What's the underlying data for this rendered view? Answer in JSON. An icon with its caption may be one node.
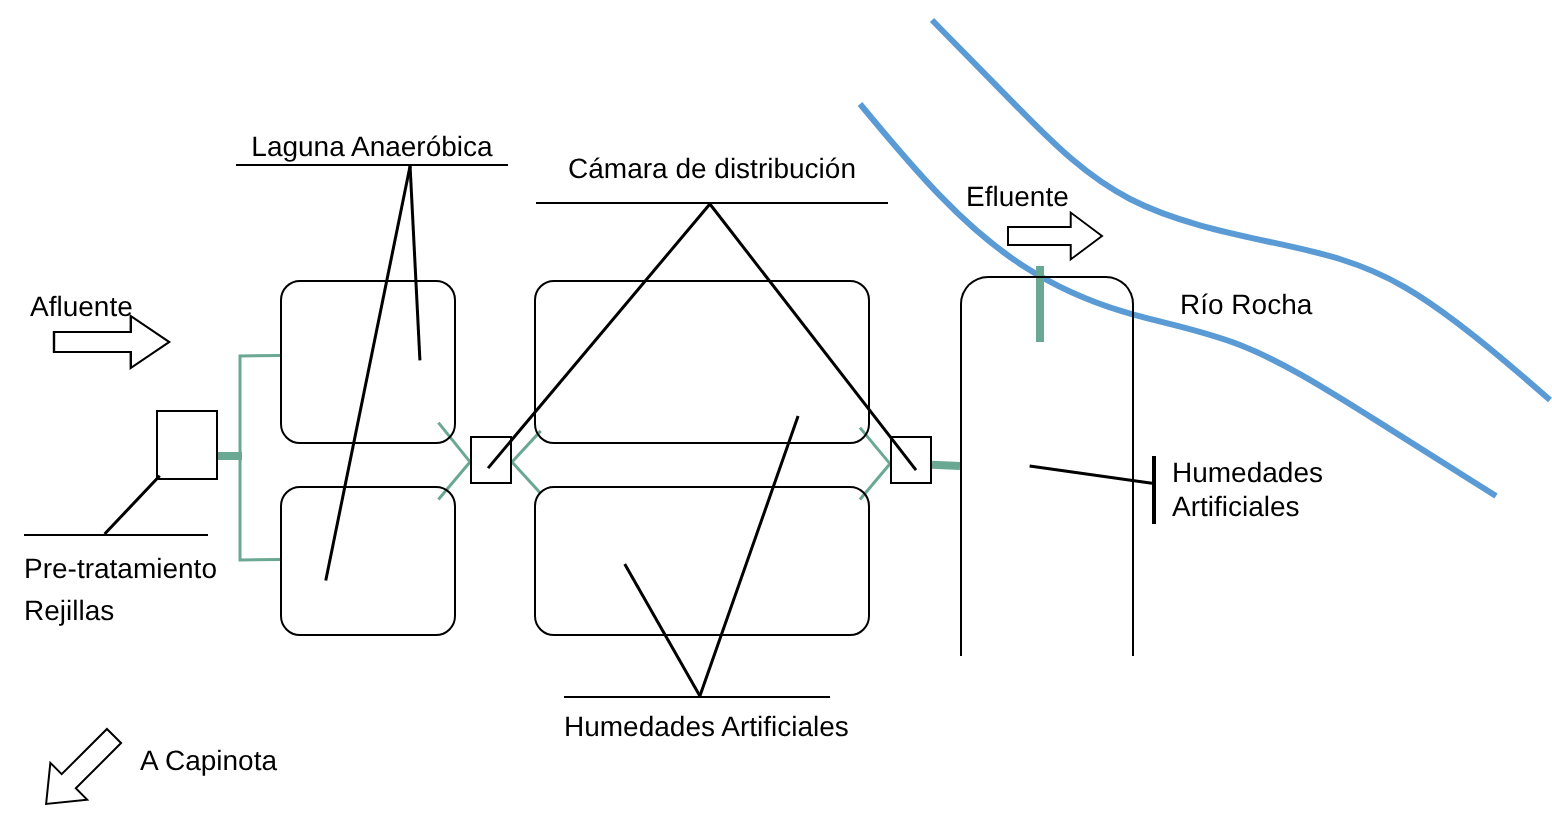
{
  "diagram": {
    "nodes": [
      {
        "text": [
          "Laguna Anaeróbica"
        ]
      },
      {
        "text": [
          "Cámara de distribución"
        ]
      },
      {
        "text": [
          "Pre-tratamiento Rejillas"
        ]
      },
      {
        "text": [
          "Humedades Artificiales"
        ]
      },
      {
        "text": [
          "Humedades Artificiales"
        ]
      },
      {
        "text": [],
        "shape": "box"
      },
      {
        "text": [],
        "shape": "box"
      },
      {
        "text": [],
        "shape": "box"
      },
      {
        "text": [],
        "shape": "box"
      },
      {
        "text": [],
        "shape": "box"
      },
      {
        "text": [],
        "shape": "box"
      },
      {
        "text": [],
        "shape": "box"
      },
      {
        "text": [],
        "shape": "box"
      }
    ],
    "edges": [
      {
        "from": 0,
        "to": 6,
        "arrow": "none",
        "color": "#000000"
      },
      {
        "from": 0,
        "to": 7,
        "arrow": "none",
        "color": "#000000"
      },
      {
        "from": 1,
        "to": 8,
        "arrow": "none",
        "color": "#000000"
      },
      {
        "from": 1,
        "to": 11,
        "arrow": "none",
        "color": "#000000"
      },
      {
        "from": 2,
        "to": 5,
        "arrow": "none",
        "color": "#000000"
      },
      {
        "from": 3,
        "to": 10,
        "arrow": "none",
        "color": "#000000"
      },
      {
        "from": 3,
        "to": 9,
        "arrow": "none",
        "color": "#000000"
      },
      {
        "from": 4,
        "to": 12,
        "arrow": "none",
        "color": "#000000"
      },
      {
        "from": 5,
        "to": 6,
        "arrow": "none"
      },
      {
        "from": 5,
        "to": 7,
        "arrow": "none"
      },
      {
        "from": 6,
        "to": 8,
        "arrow": "none"
      },
      {
        "from": 7,
        "to": 8,
        "arrow": "none"
      },
      {
        "from": 8,
        "to": 9,
        "arrow": "none"
      },
      {
        "from": 8,
        "to": 10,
        "arrow": "none"
      },
      {
        "from": 9,
        "to": 11,
        "arrow": "none"
      },
      {
        "from": 10,
        "to": 11,
        "arrow": "none"
      },
      {
        "from": 11,
        "to": 12,
        "arrow": "none",
        "style": "thick"
      }
    ],
    "labels": [
      "Efluente",
      "Afluente",
      "Río Rocha",
      "A Capinota"
    ]
  }
}
